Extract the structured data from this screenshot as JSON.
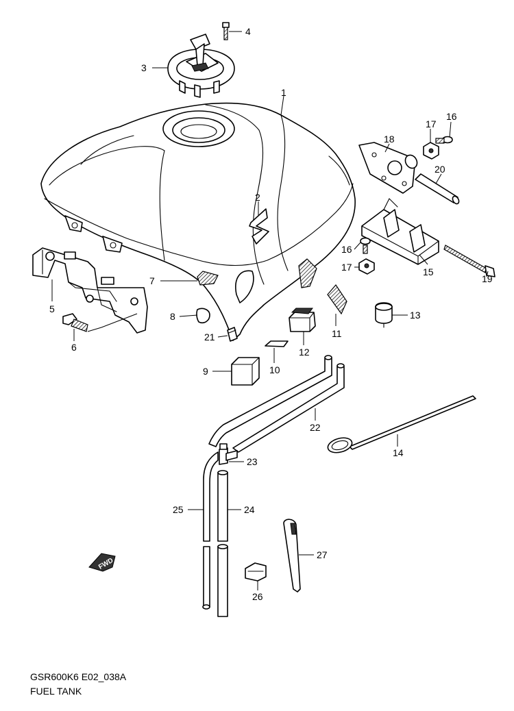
{
  "diagram": {
    "code": "GSR600K6 E02_038A",
    "title": "FUEL TANK",
    "fwd_label": "FWD",
    "callouts": {
      "p1": "1",
      "p2": "2",
      "p3": "3",
      "p4": "4",
      "p5": "5",
      "p6": "6",
      "p7": "7",
      "p8": "8",
      "p9": "9",
      "p10": "10",
      "p11": "11",
      "p12": "12",
      "p13": "13",
      "p14": "14",
      "p15": "15",
      "p16a": "16",
      "p16b": "16",
      "p17a": "17",
      "p17b": "17",
      "p18": "18",
      "p19": "19",
      "p20": "20",
      "p21": "21",
      "p22": "22",
      "p23": "23",
      "p24": "24",
      "p25": "25",
      "p26": "26",
      "p27": "27"
    }
  }
}
